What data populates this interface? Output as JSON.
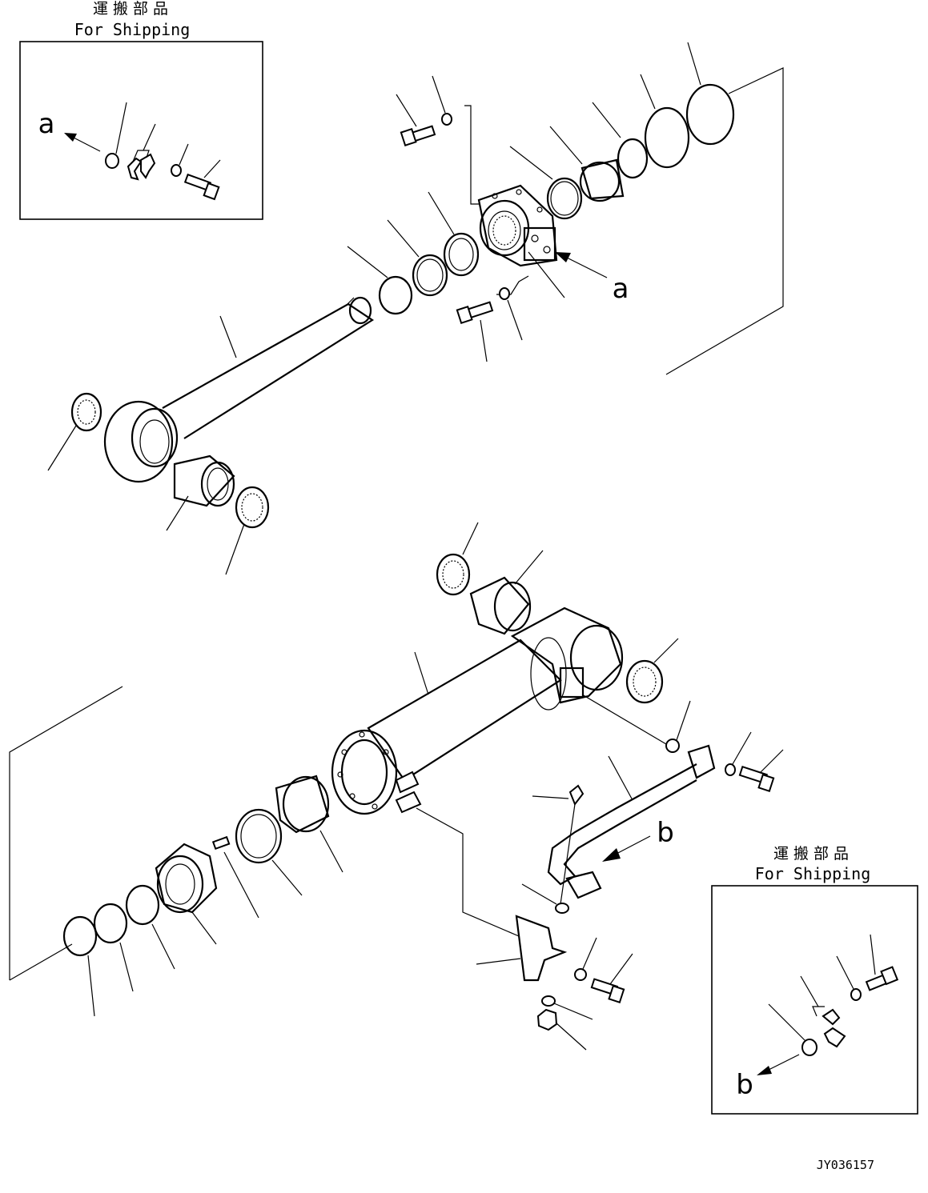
{
  "shipping_box_top": {
    "title_jp": "運 搬 部 品",
    "title_en": "For Shipping",
    "arrow_label": "a"
  },
  "shipping_box_bottom": {
    "title_jp": "運 搬 部 品",
    "title_en": "For Shipping",
    "arrow_label": "b"
  },
  "callouts": {
    "head_arrow_label": "a",
    "pipe_arrow_label": "b"
  },
  "drawing_code": "JY036157"
}
